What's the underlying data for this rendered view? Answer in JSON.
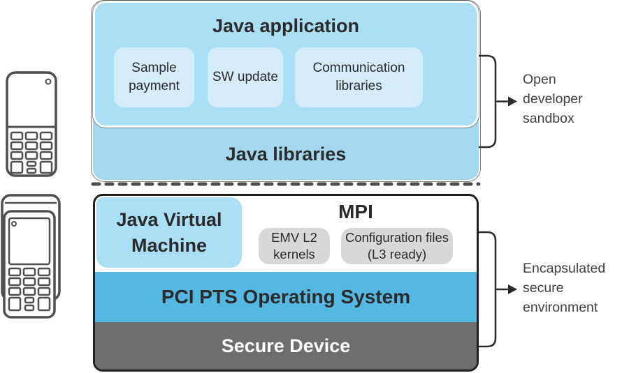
{
  "top_stack": {
    "application_title": "Java application",
    "modules": [
      {
        "label": "Sample payment"
      },
      {
        "label": "SW update"
      },
      {
        "label": "Communication libraries"
      }
    ],
    "libraries_label": "Java libraries"
  },
  "bottom_stack": {
    "jvm_label": "Java Virtual Machine",
    "mpi_title": "MPI",
    "mpi_modules": [
      {
        "label": "EMV L2 kernels"
      },
      {
        "label": "Configuration files (L3 ready)"
      }
    ],
    "os_label": "PCI PTS Operating System",
    "device_label": "Secure Device"
  },
  "annotations": {
    "sandbox_label": "Open developer sandbox",
    "secure_label": "Encapsulated secure environment"
  },
  "icons": {
    "left_devices": [
      "mobile-phone-icon",
      "payment-terminal-icon"
    ],
    "pointers": [
      "arrow-right-icon",
      "arrow-right-icon"
    ]
  },
  "colors": {
    "light_blue": "#abdff5",
    "outer_blue": "#a3d8f0",
    "module_blue": "#d5ecfa",
    "os_blue": "#54b8e3",
    "device_gray": "#6e6e6e",
    "mpi_gray": "#d8d8d8",
    "text_dark": "#2b2b2b",
    "annotation_text": "#404040",
    "line_dark": "#2b2b2b"
  }
}
